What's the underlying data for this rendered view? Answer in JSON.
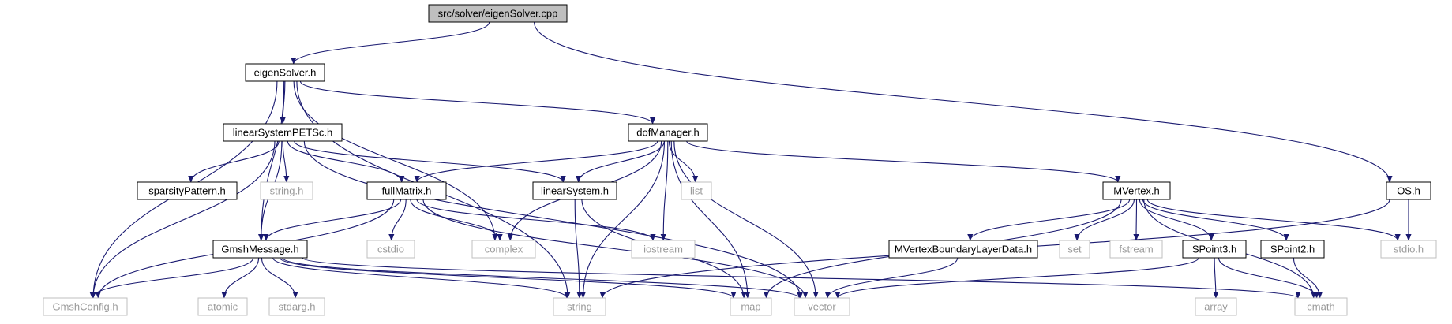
{
  "graph": {
    "nodes": {
      "src": {
        "label": "src/solver/eigenSolver.cpp"
      },
      "eigenSolver": {
        "label": "eigenSolver.h"
      },
      "linearSystemPETSc": {
        "label": "linearSystemPETSc.h"
      },
      "dofManager": {
        "label": "dofManager.h"
      },
      "OS": {
        "label": "OS.h"
      },
      "sparsityPattern": {
        "label": "sparsityPattern.h"
      },
      "string_h": {
        "label": "string.h"
      },
      "fullMatrix": {
        "label": "fullMatrix.h"
      },
      "linearSystem": {
        "label": "linearSystem.h"
      },
      "list": {
        "label": "list"
      },
      "MVertex": {
        "label": "MVertex.h"
      },
      "GmshMessage": {
        "label": "GmshMessage.h"
      },
      "cstdio": {
        "label": "cstdio"
      },
      "complex": {
        "label": "complex"
      },
      "iostream": {
        "label": "iostream"
      },
      "MVertexBoundaryLayerData": {
        "label": "MVertexBoundaryLayerData.h"
      },
      "set": {
        "label": "set"
      },
      "fstream": {
        "label": "fstream"
      },
      "SPoint3": {
        "label": "SPoint3.h"
      },
      "SPoint2": {
        "label": "SPoint2.h"
      },
      "stdio_h": {
        "label": "stdio.h"
      },
      "GmshConfig": {
        "label": "GmshConfig.h"
      },
      "atomic": {
        "label": "atomic"
      },
      "stdarg": {
        "label": "stdarg.h"
      },
      "string": {
        "label": "string"
      },
      "map": {
        "label": "map"
      },
      "vector": {
        "label": "vector"
      },
      "array": {
        "label": "array"
      },
      "cmath": {
        "label": "cmath"
      }
    },
    "edges": [
      [
        "src",
        "eigenSolver"
      ],
      [
        "src",
        "OS"
      ],
      [
        "eigenSolver",
        "linearSystemPETSc"
      ],
      [
        "eigenSolver",
        "dofManager"
      ],
      [
        "eigenSolver",
        "GmshConfig"
      ],
      [
        "eigenSolver",
        "GmshMessage"
      ],
      [
        "eigenSolver",
        "complex"
      ],
      [
        "eigenSolver",
        "string"
      ],
      [
        "linearSystemPETSc",
        "sparsityPattern"
      ],
      [
        "linearSystemPETSc",
        "string_h"
      ],
      [
        "linearSystemPETSc",
        "fullMatrix"
      ],
      [
        "linearSystemPETSc",
        "linearSystem"
      ],
      [
        "linearSystemPETSc",
        "GmshMessage"
      ],
      [
        "linearSystemPETSc",
        "GmshConfig"
      ],
      [
        "linearSystemPETSc",
        "vector"
      ],
      [
        "dofManager",
        "fullMatrix"
      ],
      [
        "dofManager",
        "linearSystem"
      ],
      [
        "dofManager",
        "list"
      ],
      [
        "dofManager",
        "MVertex"
      ],
      [
        "dofManager",
        "complex"
      ],
      [
        "dofManager",
        "iostream"
      ],
      [
        "dofManager",
        "string"
      ],
      [
        "dofManager",
        "map"
      ],
      [
        "dofManager",
        "vector"
      ],
      [
        "fullMatrix",
        "GmshMessage"
      ],
      [
        "fullMatrix",
        "cstdio"
      ],
      [
        "fullMatrix",
        "complex"
      ],
      [
        "fullMatrix",
        "iostream"
      ],
      [
        "fullMatrix",
        "GmshConfig"
      ],
      [
        "fullMatrix",
        "vector"
      ],
      [
        "linearSystem",
        "string"
      ],
      [
        "linearSystem",
        "map"
      ],
      [
        "GmshMessage",
        "GmshConfig"
      ],
      [
        "GmshMessage",
        "atomic"
      ],
      [
        "GmshMessage",
        "stdarg"
      ],
      [
        "GmshMessage",
        "string"
      ],
      [
        "GmshMessage",
        "map"
      ],
      [
        "GmshMessage",
        "vector"
      ],
      [
        "GmshMessage",
        "cmath"
      ],
      [
        "MVertex",
        "MVertexBoundaryLayerData"
      ],
      [
        "MVertex",
        "set"
      ],
      [
        "MVertex",
        "fstream"
      ],
      [
        "MVertex",
        "SPoint3"
      ],
      [
        "MVertex",
        "SPoint2"
      ],
      [
        "MVertex",
        "stdio_h"
      ],
      [
        "MVertex",
        "cmath"
      ],
      [
        "MVertex",
        "map"
      ],
      [
        "MVertexBoundaryLayerData",
        "vector"
      ],
      [
        "SPoint3",
        "array"
      ],
      [
        "SPoint3",
        "cmath"
      ],
      [
        "SPoint3",
        "vector"
      ],
      [
        "SPoint2",
        "cmath"
      ],
      [
        "OS",
        "stdio_h"
      ],
      [
        "OS",
        "string"
      ]
    ]
  }
}
